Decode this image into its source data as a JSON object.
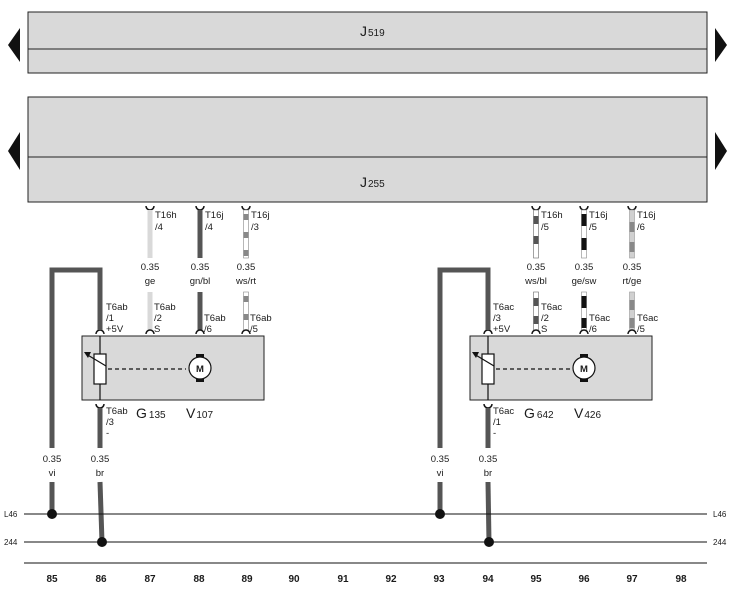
{
  "colors": {
    "module_fill": "#d9d9d9",
    "wire_dark": "#555555",
    "wire_light": "#e0e0e0",
    "wire_black": "#111111",
    "wire_white": "#ffffff",
    "wire_green": "#707070",
    "wire_blue": "#4d4d4d",
    "wire_red": "#8a8a8a",
    "wire_yellow": "#c8c8c8"
  },
  "modules": {
    "top": {
      "name": "J",
      "sub": "519"
    },
    "second": {
      "name": "J",
      "sub": "255"
    }
  },
  "components": {
    "g135": {
      "name": "G",
      "sub": "135"
    },
    "v107": {
      "name": "V",
      "sub": "107"
    },
    "g642": {
      "name": "G",
      "sub": "642"
    },
    "v426": {
      "name": "V",
      "sub": "426"
    },
    "motor_symbol": "M"
  },
  "left_group": {
    "conn_top": [
      {
        "line1": "T16h",
        "line2": "/4",
        "gauge": "0.35",
        "color": "ge"
      },
      {
        "line1": "T16j",
        "line2": "/4",
        "gauge": "0.35",
        "color": "gn/bl"
      },
      {
        "line1": "T16j",
        "line2": "/3",
        "gauge": "0.35",
        "color": "ws/rt"
      }
    ],
    "pins": [
      {
        "line1": "T6ab",
        "line2": "/1",
        "line3": "+5V"
      },
      {
        "line1": "T6ab",
        "line2": "/2",
        "line3": "S"
      },
      {
        "line1": "T6ab",
        "line2": "/6",
        "line3": ""
      },
      {
        "line1": "T6ab",
        "line2": "/5",
        "line3": ""
      }
    ],
    "ground_pin": {
      "line1": "T6ab",
      "line2": "/3",
      "line3": "-"
    },
    "wire_vi": {
      "gauge": "0.35",
      "color": "vi"
    },
    "wire_br": {
      "gauge": "0.35",
      "color": "br"
    }
  },
  "right_group": {
    "conn_top": [
      {
        "line1": "T16h",
        "line2": "/5",
        "gauge": "0.35",
        "color": "ws/bl"
      },
      {
        "line1": "T16j",
        "line2": "/5",
        "gauge": "0.35",
        "color": "ge/sw"
      },
      {
        "line1": "T16j",
        "line2": "/6",
        "gauge": "0.35",
        "color": "rt/ge"
      }
    ],
    "pins": [
      {
        "line1": "T6ac",
        "line2": "/3",
        "line3": "+5V"
      },
      {
        "line1": "T6ac",
        "line2": "/2",
        "line3": "S"
      },
      {
        "line1": "T6ac",
        "line2": "/6",
        "line3": ""
      },
      {
        "line1": "T6ac",
        "line2": "/5",
        "line3": ""
      }
    ],
    "ground_pin": {
      "line1": "T6ac",
      "line2": "/1",
      "line3": "-"
    },
    "wire_vi": {
      "gauge": "0.35",
      "color": "vi"
    },
    "wire_br": {
      "gauge": "0.35",
      "color": "br"
    }
  },
  "rails": [
    {
      "left": "L46",
      "right": "L46"
    },
    {
      "left": "244",
      "right": "244"
    }
  ],
  "track_numbers": [
    "85",
    "86",
    "87",
    "88",
    "89",
    "90",
    "91",
    "92",
    "93",
    "94",
    "95",
    "96",
    "97",
    "98"
  ]
}
